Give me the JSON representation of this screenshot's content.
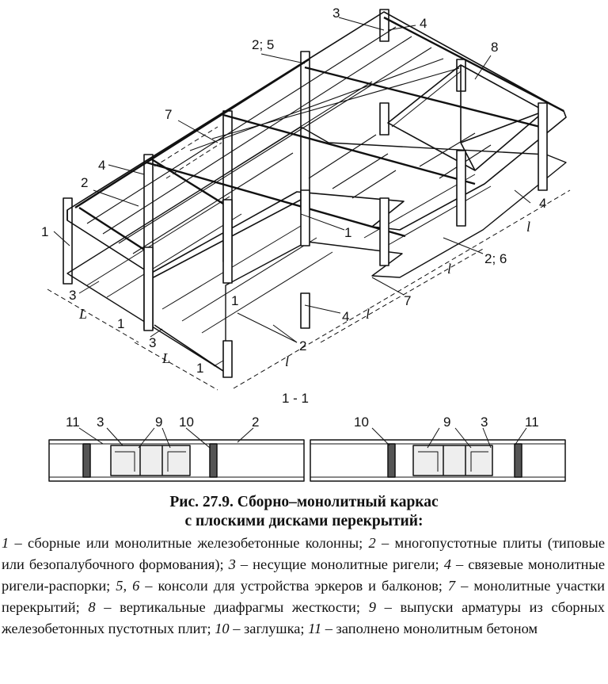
{
  "figure": {
    "callouts": {
      "c1": "1",
      "c2": "2",
      "c3": "3",
      "c4": "4",
      "c7": "7",
      "c8": "8",
      "c25": "2; 5",
      "c26": "2; 6"
    },
    "dims": {
      "L": "L",
      "l": "l"
    },
    "section_title": "1 - 1",
    "section_labels": [
      "11",
      "3",
      "9",
      "10",
      "2",
      "10",
      "9",
      "3",
      "11"
    ]
  },
  "caption": {
    "line1": "Рис. 27.9. Сборно–монолитный каркас",
    "line2": "с плоскими дисками перекрытий:"
  },
  "legend": [
    {
      "num": "1",
      "text": " – сборные или монолитные железобетонные колонны; "
    },
    {
      "num": "2",
      "text": " – многопустотные плиты (типовые или безопалубочного формования); "
    },
    {
      "num": "3",
      "text": " – несущие монолитные ригели; "
    },
    {
      "num": "4",
      "text": " – связевые монолитные ригели-распорки; "
    },
    {
      "num": "5, 6",
      "text": " – консоли для устройства эркеров и балконов; "
    },
    {
      "num": "7",
      "text": " – монолитные участки перекрытий; "
    },
    {
      "num": "8",
      "text": " – вертикальные диафрагмы жесткости; "
    },
    {
      "num": "9",
      "text": " – выпуски арматуры из сборных железобетонных пустотных плит; "
    },
    {
      "num": "10",
      "text": " – заглушка; "
    },
    {
      "num": "11",
      "text": " – заполнено монолитным бетоном"
    }
  ]
}
